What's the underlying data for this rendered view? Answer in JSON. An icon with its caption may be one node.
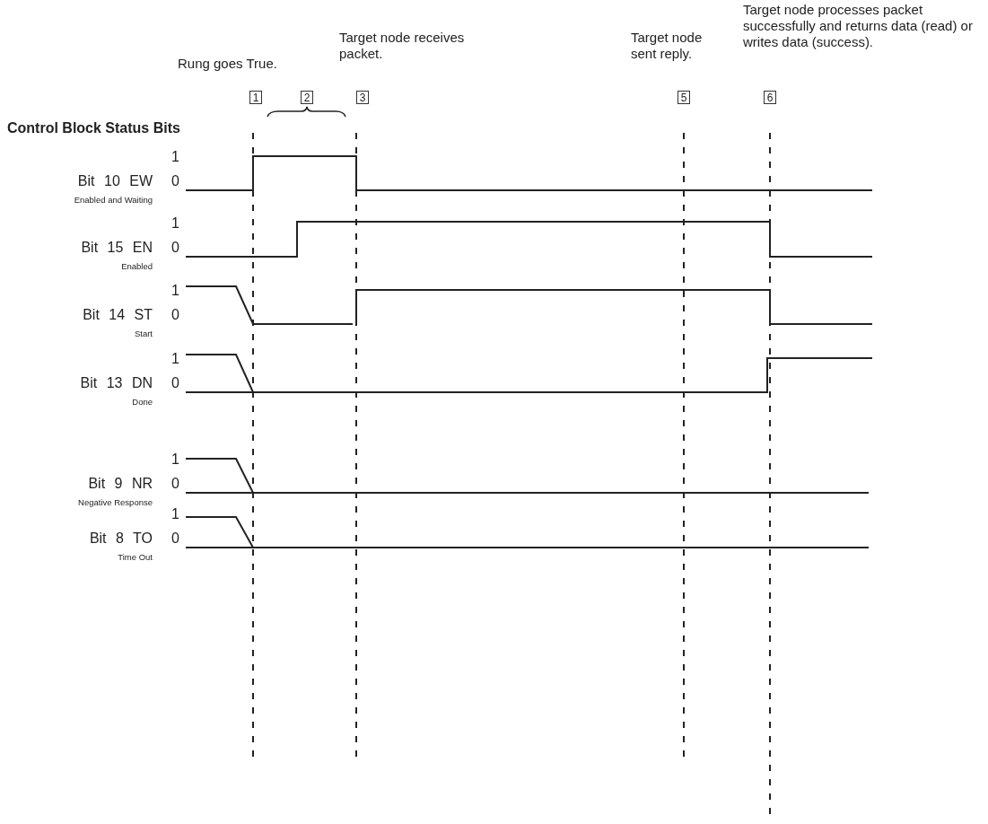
{
  "diagram": {
    "title": "Control Block Status Bits",
    "labels": [
      "Target node processes packet successfully and returns data (read) or writes data (success).",
      "Target node receives packet.",
      "Target node sent reply.",
      "Rung goes True.",
      "1",
      "2",
      "3",
      "5",
      "6",
      "1",
      "Bit 10 EW",
      "0",
      "Enabled and Waiting",
      "1",
      "Bit 15 EN",
      "0",
      "Enabled",
      "1",
      "Bit 14 ST",
      "0",
      "Start",
      "1",
      "Bit 13 DN",
      "0",
      "Done",
      "1",
      "Bit 9 NR",
      "0",
      "Negative Response",
      "1",
      "Bit 8 TO",
      "0",
      "Time Out"
    ]
  }
}
